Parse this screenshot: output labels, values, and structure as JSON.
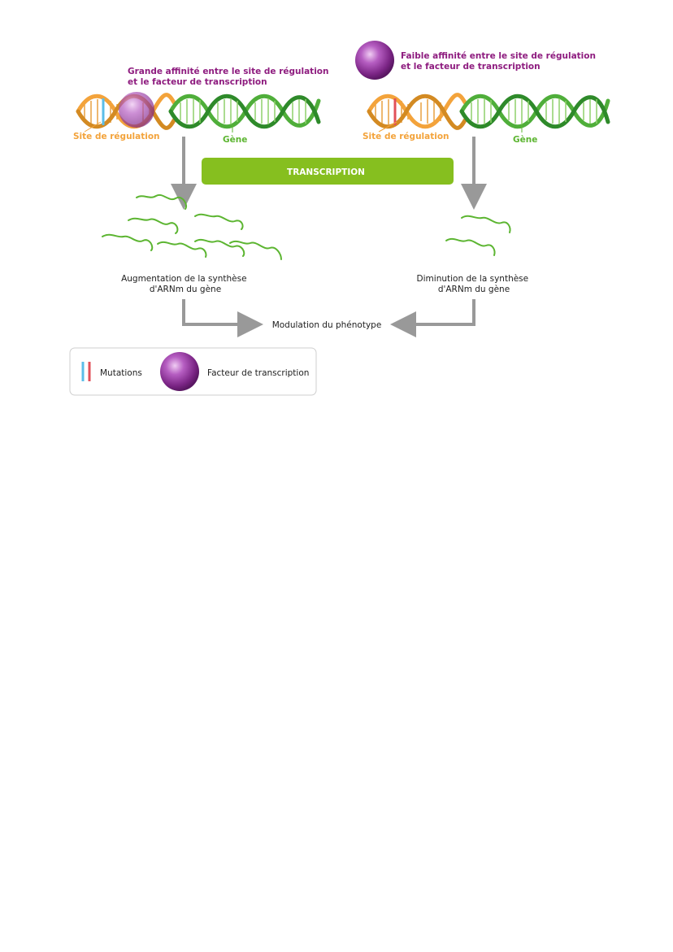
{
  "left_panel": {
    "affinity_label": [
      "Grande affinité entre le site de régulation",
      "et le facteur de transcription"
    ],
    "regulation_site_label": "Site de régulation",
    "gene_label": "Gène",
    "outcome_label": [
      "Augmentation de la synthèse",
      "d'ARNm du gène"
    ]
  },
  "right_panel": {
    "affinity_label": [
      "Faible affinité entre le site de régulation",
      "et le facteur de transcription"
    ],
    "regulation_site_label": "Site de régulation",
    "gene_label": "Gène",
    "outcome_label": [
      "Diminution de la synthèse",
      "d'ARNm du gène"
    ]
  },
  "transcription_banner": "TRANSCRIPTION",
  "phenotype_label": "Modulation du phénotype",
  "legend": {
    "mutations_label": "Mutations",
    "factor_label": "Facteur de transcription"
  },
  "colors": {
    "purple_text": "#8e1c7f",
    "orange": "#f3a33b",
    "green": "#5cb531",
    "banner": "#86bf1f",
    "arrow_gray": "#999999",
    "mutation_blue": "#5bbde8",
    "mutation_red": "#e1505a",
    "factor_purple": "#9b3ea8"
  }
}
